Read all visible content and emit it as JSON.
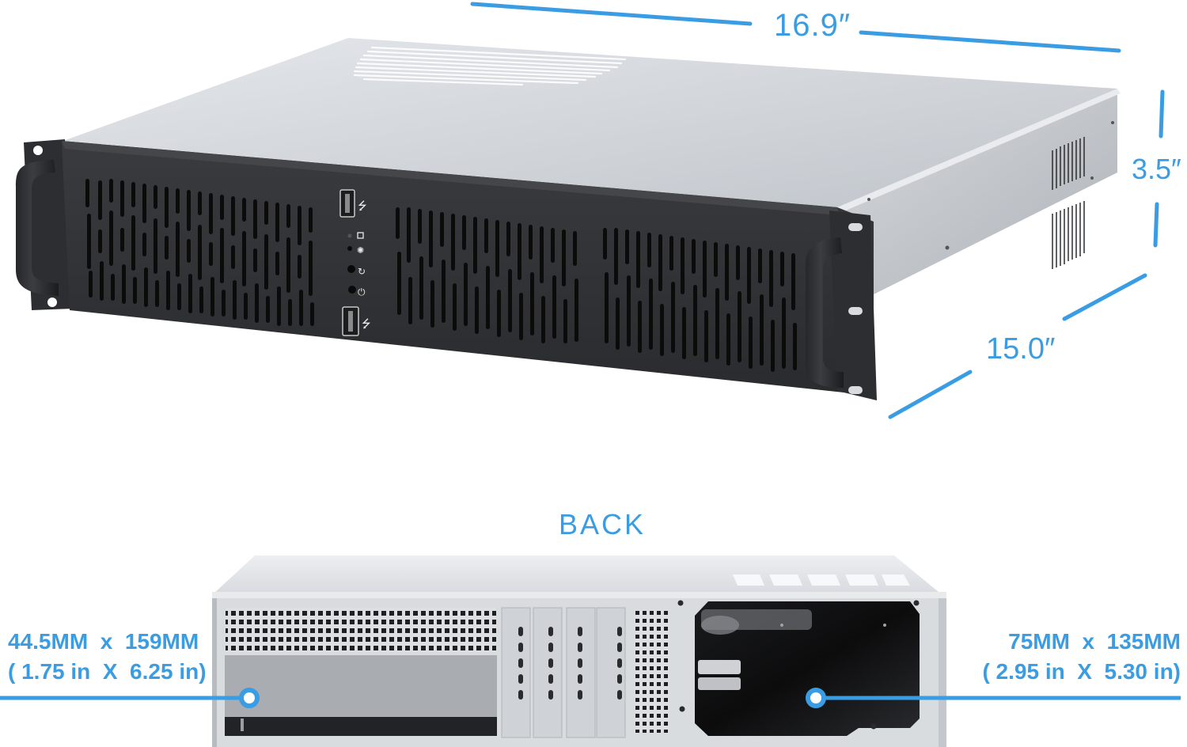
{
  "product": {
    "description": "2U rackmount server chassis, front-angle and back views with dimensions"
  },
  "dimensions": {
    "width_label": "16.9″",
    "height_label": "3.5″",
    "depth_label": "15.0″"
  },
  "front_panel": {
    "ports": [
      {
        "name": "usb-port-top",
        "icon": "usb-icon"
      },
      {
        "name": "hdd-led",
        "icon": "hdd-activity-icon"
      },
      {
        "name": "power-led",
        "icon": "power-led-icon"
      },
      {
        "name": "reset-button",
        "icon": "reset-icon"
      },
      {
        "name": "power-button",
        "icon": "power-icon"
      },
      {
        "name": "usb-port-bottom",
        "icon": "usb-icon"
      }
    ]
  },
  "back_view": {
    "title": "BACK",
    "left_callout": {
      "line1": "44.5MM  x  159MM",
      "line2": "( 1.75 in  X  6.25 in)"
    },
    "right_callout": {
      "line1": "75MM  x  135MM",
      "line2": "( 2.95 in  X  5.30 in)"
    },
    "expansion_slots": 4
  },
  "colors": {
    "accent_blue": "#3a9de3",
    "chassis_silver": "#c9ced4",
    "front_bezel": "#2f3033",
    "background": "#ffffff"
  }
}
